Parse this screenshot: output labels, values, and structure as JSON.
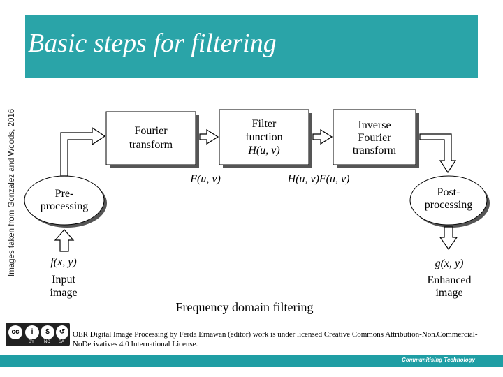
{
  "slide": {
    "title": "Basic steps for filtering",
    "side_credit": "Images taken from Gonzalez and Woods, 2016",
    "caption": "Frequency domain filtering",
    "license_text": "OER Digital Image Processing by Ferda Ernawan (editor) work is under licensed Creative Commons Attribution-Non.Commercial-NoDerivatives 4.0 International License.",
    "footer_tagline": "Communitising Technology"
  },
  "diagram": {
    "boxes": {
      "fourier": [
        "Fourier",
        "transform"
      ],
      "filter": [
        "Filter",
        "function",
        "H(u, v)"
      ],
      "inverse": [
        "Inverse",
        "Fourier",
        "transform"
      ]
    },
    "ellipses": {
      "pre": [
        "Pre-",
        "processing"
      ],
      "post": [
        "Post-",
        "processing"
      ]
    },
    "labels": {
      "fuv": "F(u, v)",
      "hf": "H(u, v)F(u, v)",
      "fxy": "f(x, y)",
      "gxy": "g(x, y)",
      "input": [
        "Input",
        "image"
      ],
      "enhanced": [
        "Enhanced",
        "image"
      ]
    }
  },
  "cc_badge": {
    "main": "cc",
    "sub_labels": [
      "BY",
      "NC",
      "SA"
    ]
  }
}
